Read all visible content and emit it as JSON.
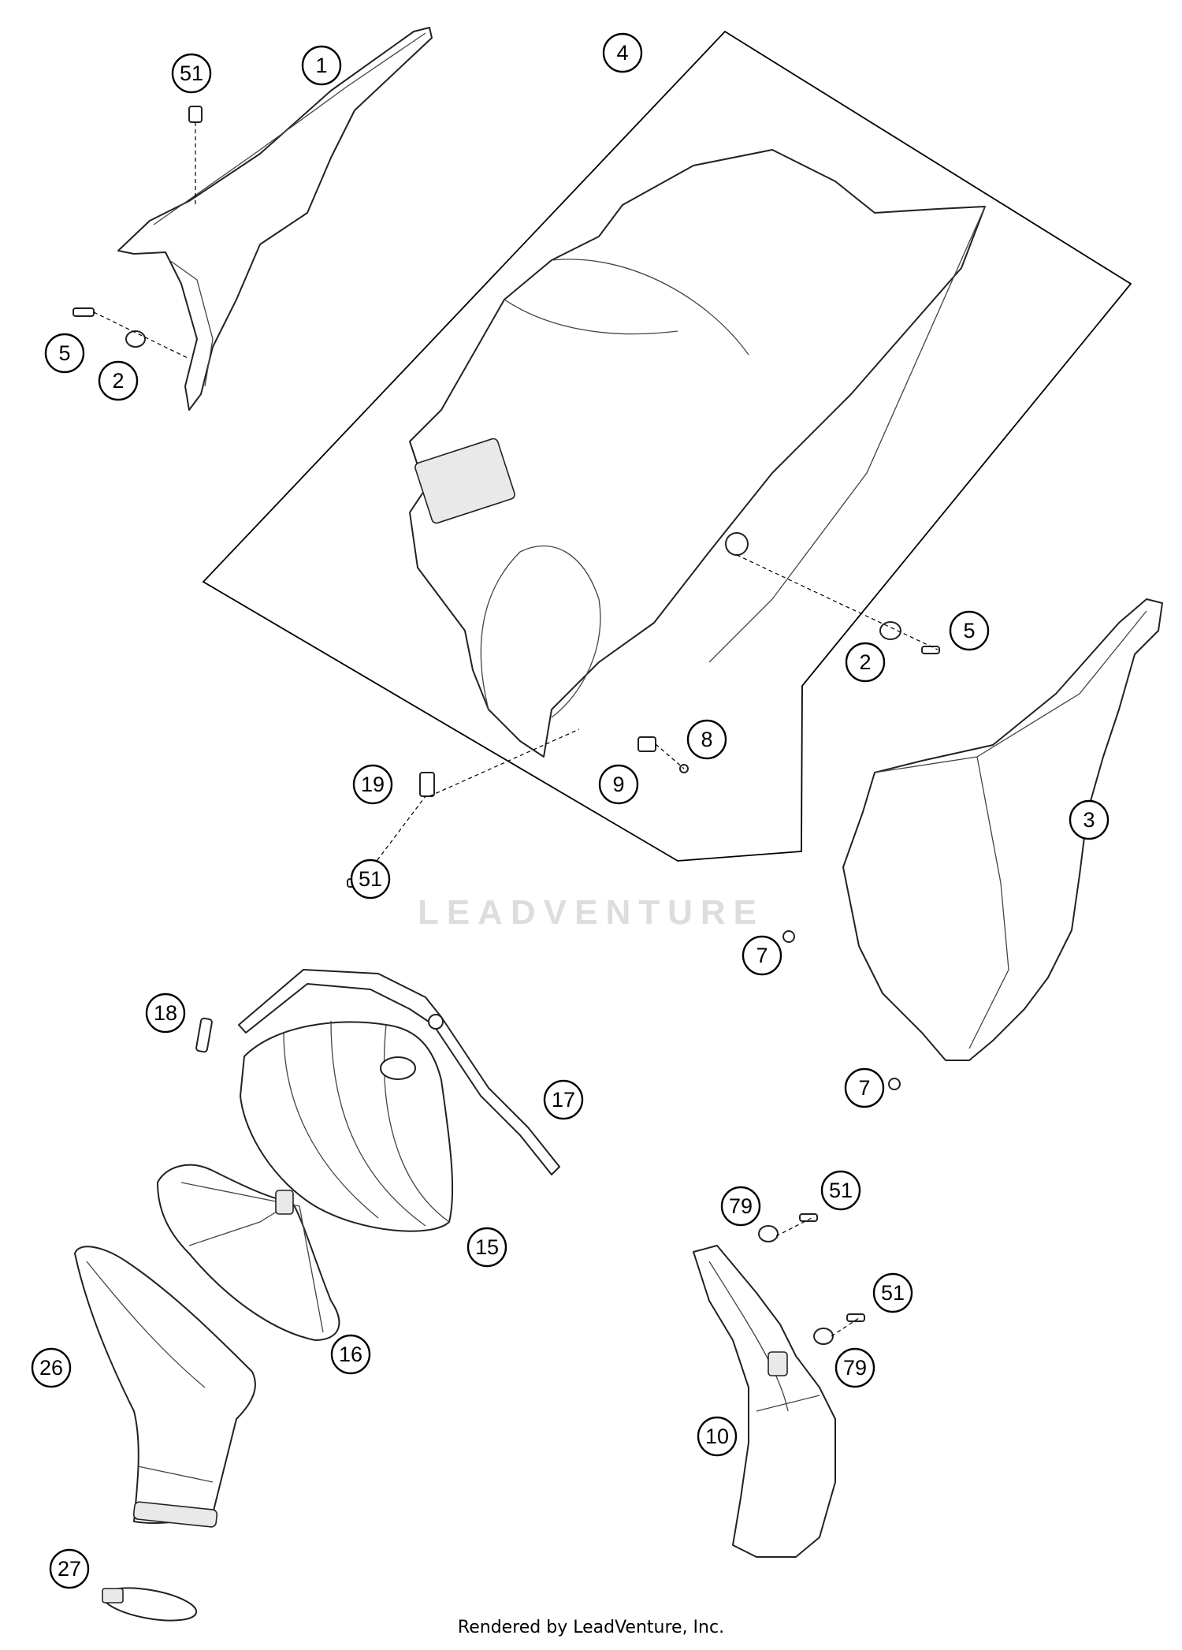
{
  "watermark": "LEADVENTURE",
  "footer": "Rendered by LeadVenture, Inc.",
  "callouts": {
    "c1": "1",
    "c2a": "2",
    "c2b": "2",
    "c3": "3",
    "c4": "4",
    "c5a": "5",
    "c5b": "5",
    "c7a": "7",
    "c7b": "7",
    "c8": "8",
    "c9": "9",
    "c10": "10",
    "c15": "15",
    "c16": "16",
    "c17": "17",
    "c18": "18",
    "c19": "19",
    "c26": "26",
    "c27": "27",
    "c51a": "51",
    "c51b": "51",
    "c51c": "51",
    "c51d": "51",
    "c79a": "79",
    "c79b": "79"
  }
}
